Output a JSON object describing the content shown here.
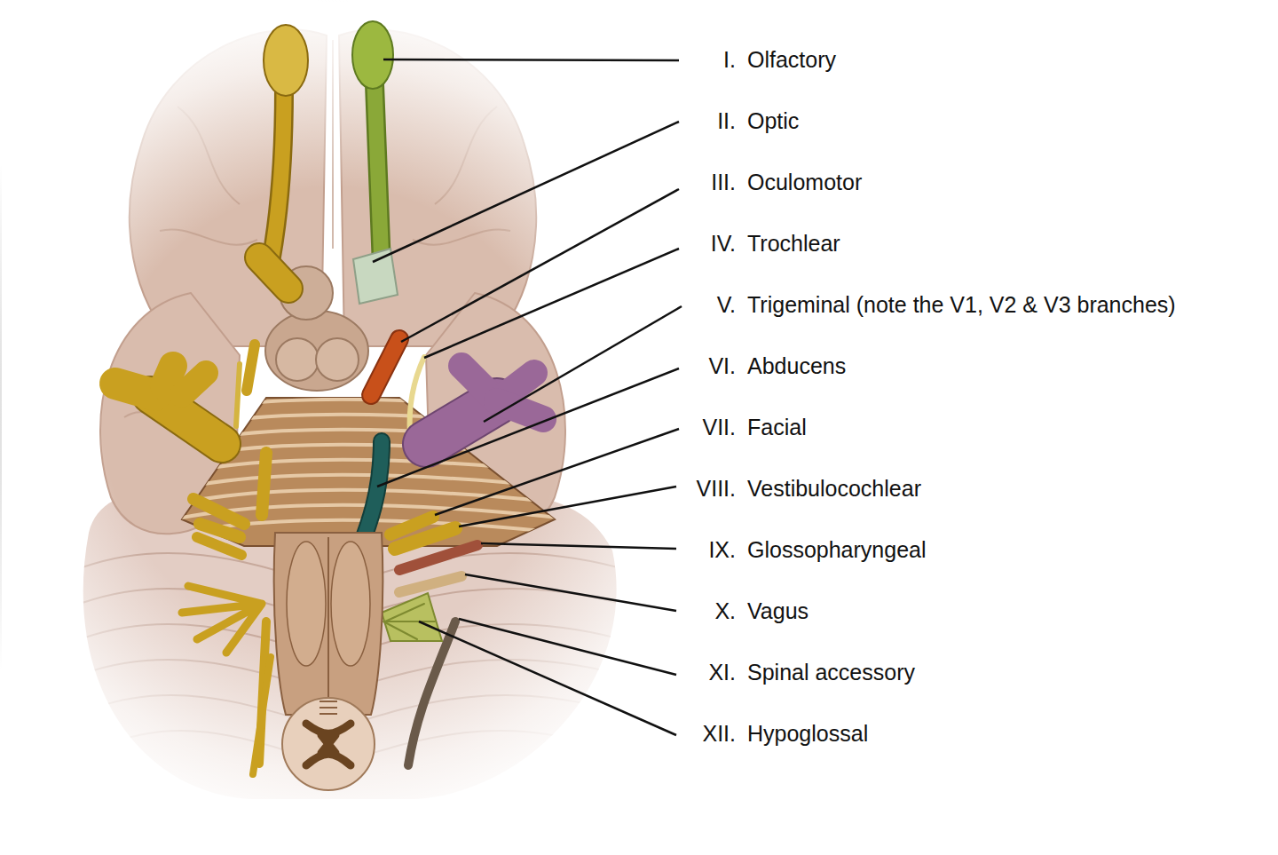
{
  "diagram": {
    "labels": [
      "I.",
      "Olfactory",
      "II.",
      "Optic",
      "III.",
      "Oculomotor",
      "IV.",
      "Trochlear",
      "V.",
      "Trigeminal (note the V1, V2 & V3 branches)",
      "VI.",
      "Abducens",
      "VII.",
      "Facial",
      "VIII.",
      "Vestibulocochlear",
      "IX.",
      "Glossopharyngeal",
      "X.",
      "Vagus",
      "XI.",
      "Spinal accessory",
      "XII.",
      "Hypoglossal"
    ]
  }
}
